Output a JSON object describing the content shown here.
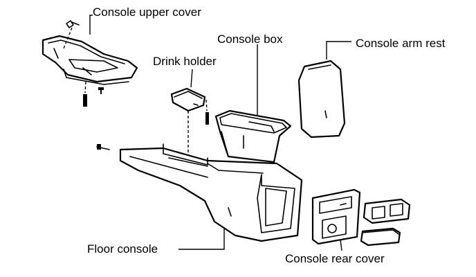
{
  "labels": {
    "console_upper_cover": "Console upper cover",
    "console_box": "Console box",
    "console_arm_rest": "Console arm rest",
    "drink_holder": "Drink holder",
    "floor_console": "Floor console",
    "console_rear_cover": "Console rear cover"
  }
}
